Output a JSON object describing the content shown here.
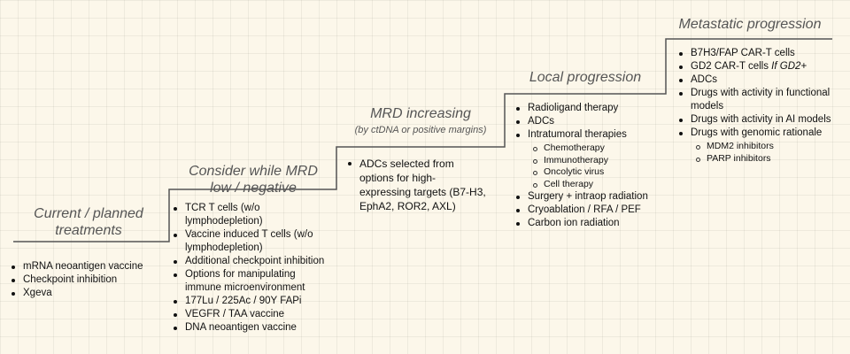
{
  "stages": [
    {
      "title_lines": [
        "Current / planned",
        "treatments"
      ],
      "items": [
        {
          "text": "mRNA neoantigen vaccine"
        },
        {
          "text": "Checkpoint inhibition"
        },
        {
          "text": "Xgeva"
        }
      ]
    },
    {
      "title_lines": [
        "Consider while MRD",
        "low / negative"
      ],
      "items": [
        {
          "text": "TCR T cells (w/o lymphodepletion)"
        },
        {
          "text": "Vaccine induced T cells (w/o lymphodepletion)"
        },
        {
          "text": "Additional checkpoint inhibition"
        },
        {
          "text": "Options for manipulating immune microenvironment"
        },
        {
          "text": "177Lu / 225Ac / 90Y FAPi"
        },
        {
          "text": "VEGFR / TAA vaccine"
        },
        {
          "text": "DNA neoantigen vaccine"
        }
      ]
    },
    {
      "title_lines": [
        "MRD increasing"
      ],
      "subtitle": "(by ctDNA or positive margins)",
      "items": [
        {
          "text": "ADCs selected from options for high-expressing targets (B7-H3, EphA2, ROR2, AXL)"
        }
      ]
    },
    {
      "title_lines": [
        "Local progression"
      ],
      "items": [
        {
          "text": "Radioligand therapy"
        },
        {
          "text": "ADCs"
        },
        {
          "text": "Intratumoral therapies",
          "sub": [
            "Chemotherapy",
            "Immunotherapy",
            "Oncolytic virus",
            "Cell therapy"
          ]
        },
        {
          "text": "Surgery + intraop radiation"
        },
        {
          "text": "Cryoablation / RFA / PEF"
        },
        {
          "text": "Carbon ion radiation"
        }
      ]
    },
    {
      "title_lines": [
        "Metastatic progression"
      ],
      "items": [
        {
          "text": "B7H3/FAP CAR-T cells"
        },
        {
          "text": "GD2 CAR-T cells",
          "emph": "If GD2+"
        },
        {
          "text": "ADCs"
        },
        {
          "text": "Drugs with activity in functional models"
        },
        {
          "text": "Drugs with activity in AI models"
        },
        {
          "text": "Drugs with genomic rationale",
          "sub": [
            "MDM2 inhibitors",
            "PARP inhibitors"
          ]
        }
      ]
    }
  ],
  "colors": {
    "line": "#555555",
    "title": "#555555",
    "text": "#111111",
    "background": "#fcf7ea"
  }
}
